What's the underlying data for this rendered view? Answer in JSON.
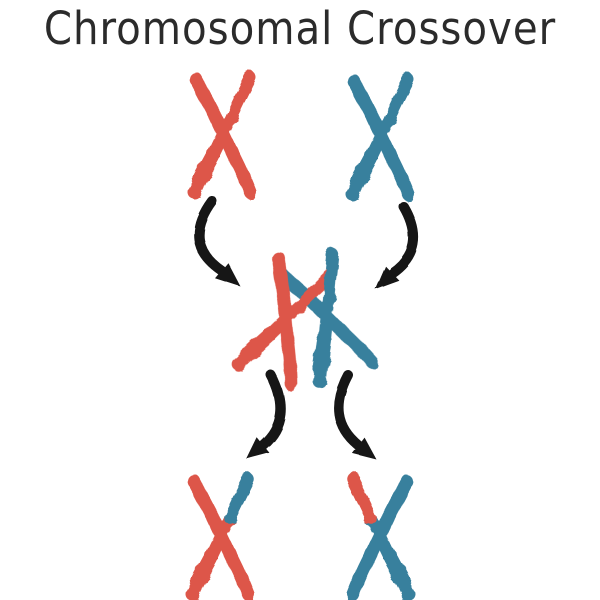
{
  "title": {
    "text": "Chromosomal Crossover"
  },
  "colors": {
    "red": "#DD5749",
    "blue": "#38809D",
    "black": "#131313",
    "title_text": "#2B2B2B",
    "background": "#FFFFFF"
  },
  "figure": {
    "type": "process-diagram",
    "stages": [
      {
        "id": "parent-chromosomes",
        "elements": [
          {
            "name": "red-parent-chromosome",
            "shape": "x-chromosome",
            "color": "red"
          },
          {
            "name": "blue-parent-chromosome",
            "shape": "x-chromosome",
            "color": "blue"
          }
        ]
      },
      {
        "id": "crossing-over",
        "elements": [
          {
            "name": "red-chromosome-tilted",
            "shape": "x-chromosome",
            "color": "red",
            "tilt_deg": 20
          },
          {
            "name": "blue-chromosome-tilted",
            "shape": "x-chromosome",
            "color": "blue",
            "tilt_deg": -20
          }
        ]
      },
      {
        "id": "recombinant-chromosomes",
        "elements": [
          {
            "name": "red-chromosome-with-blue-tip",
            "shape": "x-chromosome",
            "color": "red",
            "swapped_tip_color": "blue",
            "swapped_tip_arm": "top-right"
          },
          {
            "name": "blue-chromosome-with-red-tip",
            "shape": "x-chromosome",
            "color": "blue",
            "swapped_tip_color": "red",
            "swapped_tip_arm": "top-left"
          }
        ]
      }
    ],
    "arrows": [
      {
        "name": "arrow-top-left",
        "direction": "down-right",
        "color": "black"
      },
      {
        "name": "arrow-top-right",
        "direction": "down-left",
        "color": "black"
      },
      {
        "name": "arrow-bottom-left",
        "direction": "down-left",
        "color": "black"
      },
      {
        "name": "arrow-bottom-right",
        "direction": "down-right",
        "color": "black"
      }
    ]
  }
}
